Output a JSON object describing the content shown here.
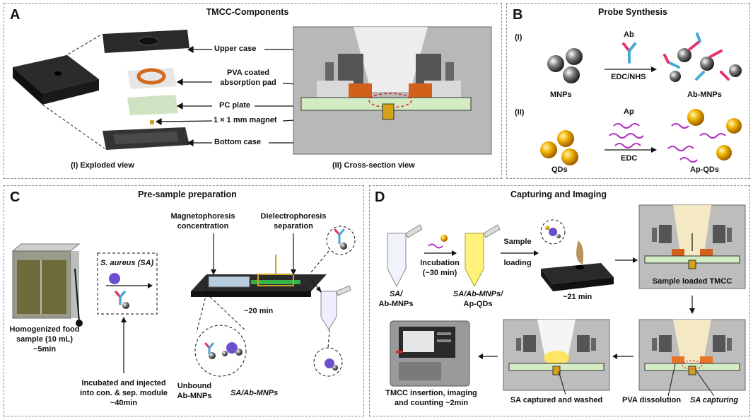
{
  "panelA": {
    "letter": "A",
    "title": "TMCC-Components",
    "labels": {
      "upper_case": "Upper case",
      "pva_line1": "PVA coated",
      "pva_line2": "absorption pad",
      "pc_plate": "PC plate",
      "magnet": "1 × 1 mm magnet",
      "bottom_case": "Bottom case",
      "exploded": "(I)  Exploded view",
      "cross": "(II)  Cross-section view"
    }
  },
  "panelB": {
    "letter": "B",
    "title": "Probe Synthesis",
    "row1": {
      "num": "(I)",
      "reagent": "Ab",
      "condition": "EDC/NHS",
      "left": "MNPs",
      "right": "Ab-MNPs"
    },
    "row2": {
      "num": "(II)",
      "reagent": "Ap",
      "condition": "EDC",
      "left": "QDs",
      "right": "Ap-QDs"
    }
  },
  "panelC": {
    "letter": "C",
    "title": "Pre-sample preparation",
    "food_line1": "Homogenized food",
    "food_line2": "sample (10 mL)",
    "food_line3": "~5min",
    "sa_label": "S. aureus (SA)",
    "magneto_line1": "Magnetophoresis",
    "magneto_line2": "concentration",
    "dielectro_line1": "Dielectrophoresis",
    "dielectro_line2": "separation",
    "time": "~20 min",
    "incubated_line1": "Incubated and injected",
    "incubated_line2": "into con. & sep. module",
    "incubated_line3": "~40min",
    "unbound_line1": "Unbound",
    "unbound_line2": "Ab-MNPs",
    "sa_ab_mnps": "SA/Ab-MNPs"
  },
  "panelD": {
    "letter": "D",
    "title": "Capturing and Imaging",
    "tube1_line1": "SA/",
    "tube1_line2": "Ab-MNPs",
    "incubation_line1": "Incubation",
    "incubation_line2": "(~30 min)",
    "tube2_line1": "SA/Ab-MNPs/",
    "tube2_line2": "Ap-QDs",
    "loading_line1": "Sample",
    "loading_line2": "loading",
    "time": "~21 min",
    "sample_loaded": "Sample loaded TMCC",
    "tmcc_line1": "TMCC insertion, imaging",
    "tmcc_line2": "and counting ~2min",
    "captured": "SA captured and washed",
    "pva_dissolution": "PVA dissolution",
    "sa_capturing": "SA capturing"
  }
}
